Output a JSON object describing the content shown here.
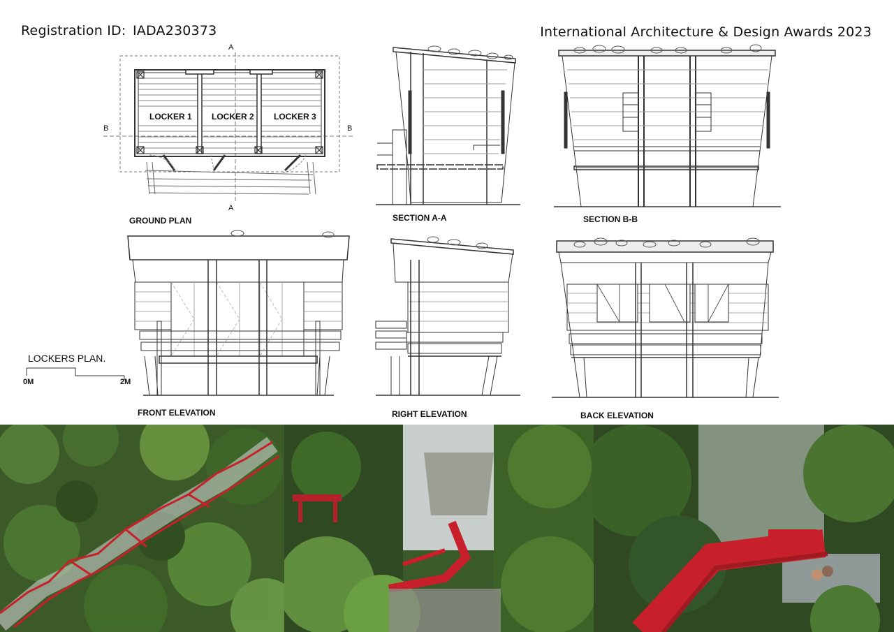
{
  "header": {
    "registration_label": "Registration ID:",
    "registration_id": "IADA230373",
    "award_title": "International Architecture & Design Awards 2023"
  },
  "ground_plan": {
    "lockers": [
      "LOCKER 1",
      "LOCKER 2",
      "LOCKER 3"
    ],
    "section_marks": {
      "a": "A",
      "b": "B"
    }
  },
  "captions": {
    "ground_plan": "GROUND PLAN",
    "section_aa": "SECTION A-A",
    "section_bb": "SECTION B-B",
    "front_elevation": "FRONT ELEVATION",
    "right_elevation": "RIGHT ELEVATION",
    "back_elevation": "BACK ELEVATION"
  },
  "scale_bar": {
    "title": "LOCKERS PLAN.",
    "start": "0M",
    "end": "2M"
  },
  "colors": {
    "line": "#333333",
    "boardwalk_red": "#c8202a",
    "forest_dark": "#2f4a22",
    "forest_mid": "#4f7a2e",
    "mist": "#c9cfcc"
  }
}
